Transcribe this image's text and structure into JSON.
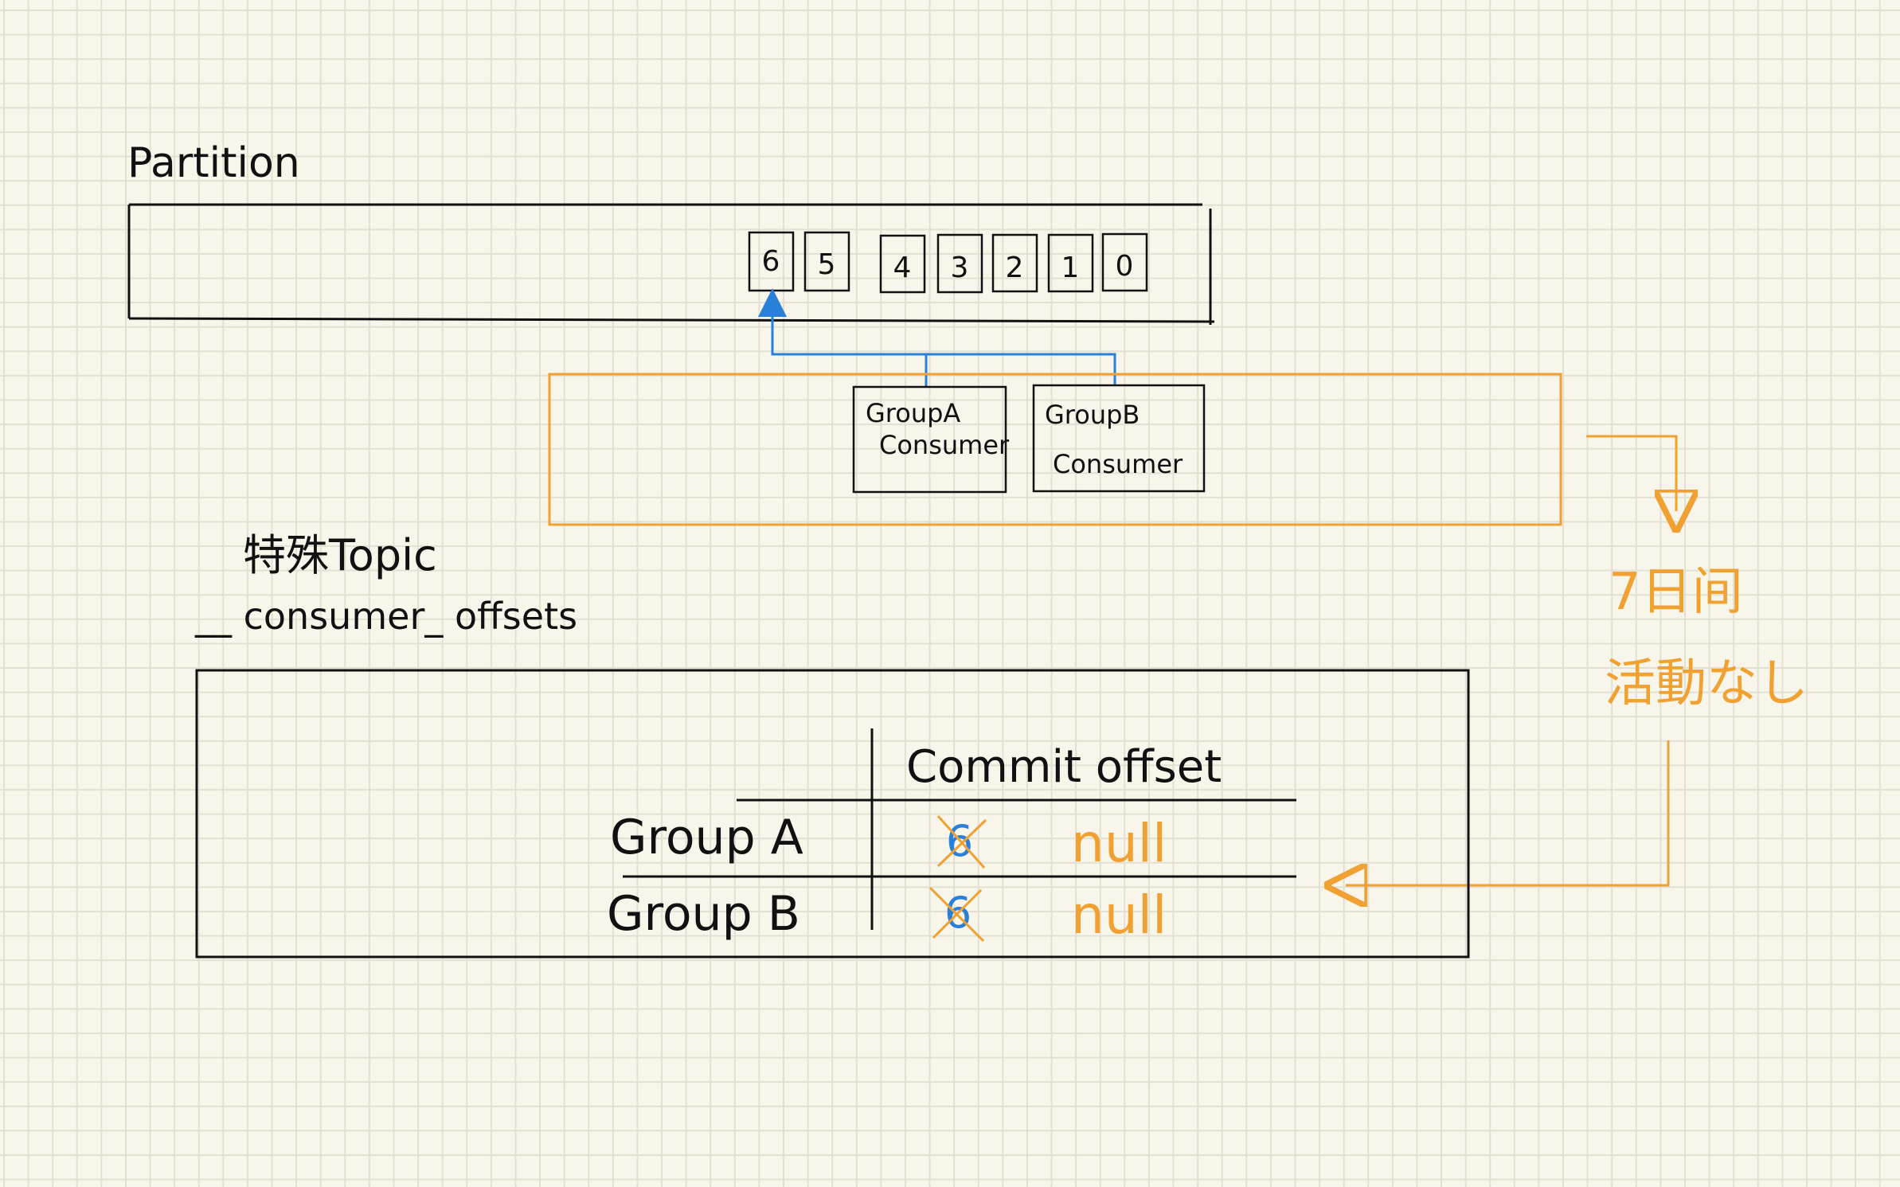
{
  "partition": {
    "label": "Partition",
    "offsets": [
      "6",
      "5",
      "4",
      "3",
      "2",
      "1",
      "0"
    ]
  },
  "consumers": {
    "group_a": {
      "line1": "GroupA",
      "line2": "Consumer"
    },
    "group_b": {
      "line1": "GroupB",
      "line2": "Consumer"
    }
  },
  "special_topic": {
    "label": "特殊Topic",
    "name": "__ consumer_ offsets"
  },
  "offsets_table": {
    "header": "Commit offset",
    "rows": [
      {
        "group": "Group A",
        "old_value": "6",
        "new_value": "null"
      },
      {
        "group": "Group B",
        "old_value": "6",
        "new_value": "null"
      }
    ]
  },
  "note": {
    "line1": "7日间",
    "line2": "活動なし"
  },
  "colors": {
    "ink": "#111111",
    "orange": "#f0a132",
    "blue": "#2a7fd9",
    "paper": "#f8f6ea",
    "grid": "#e2e0d2"
  }
}
